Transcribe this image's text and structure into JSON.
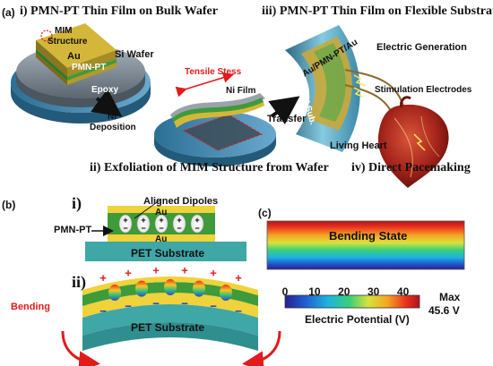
{
  "panel_labels": {
    "a": "(a)",
    "b": "(b)",
    "c": "(c)"
  },
  "panel_a": {
    "step1_title": "i) PMN-PT Thin Film on Bulk Wafer",
    "step2_title": "ii) Exfoliation of MIM Structure from Wafer",
    "step3_title": "iii) PMN-PT Thin Film on Flexible Substrate",
    "step4_title": "iv) Direct Pacemaking",
    "labels": {
      "mim": "MIM",
      "structure": "Structure",
      "au": "Au",
      "pmn_pt": "PMN-PT",
      "si_wafer": "Si Wafer",
      "epoxy": "Epoxy",
      "tensile_stress": "Tensile Stess",
      "ni_film": "Ni Film",
      "ni": "Ni",
      "deposition": "Deposition",
      "transfer": "Transfer",
      "au_pmnpt_au": "Au/PMN-PT/Au",
      "pet_sub": "PET Sub.",
      "electric_generation": "Electric Generation",
      "stimulation_electrodes": "Stimulation Electrodes",
      "living_heart": "Living Heart"
    }
  },
  "panel_b": {
    "i_label": "i)",
    "ii_label": "ii)",
    "aligned_dipoles": "Aligned Dipoles",
    "au_top": "Au",
    "au_bottom": "Au",
    "pmn_pt": "PMN-PT",
    "pet_substrate_top": "PET Substrate",
    "pet_substrate_bottom": "PET Substrate",
    "bending": "Bending",
    "plus": "+",
    "minus": "−"
  },
  "panel_c": {
    "bending_state": "Bending State",
    "scale_ticks": [
      "0",
      "10",
      "20",
      "30",
      "40"
    ],
    "max_label": "Max",
    "max_value": "45.6 V",
    "axis_label": "Electric Potential (V)",
    "colors": [
      "#2a1f8f",
      "#1e5fd0",
      "#1fb3e0",
      "#38d07a",
      "#d9e23a",
      "#f5a623",
      "#e8321e",
      "#b3121b"
    ]
  }
}
